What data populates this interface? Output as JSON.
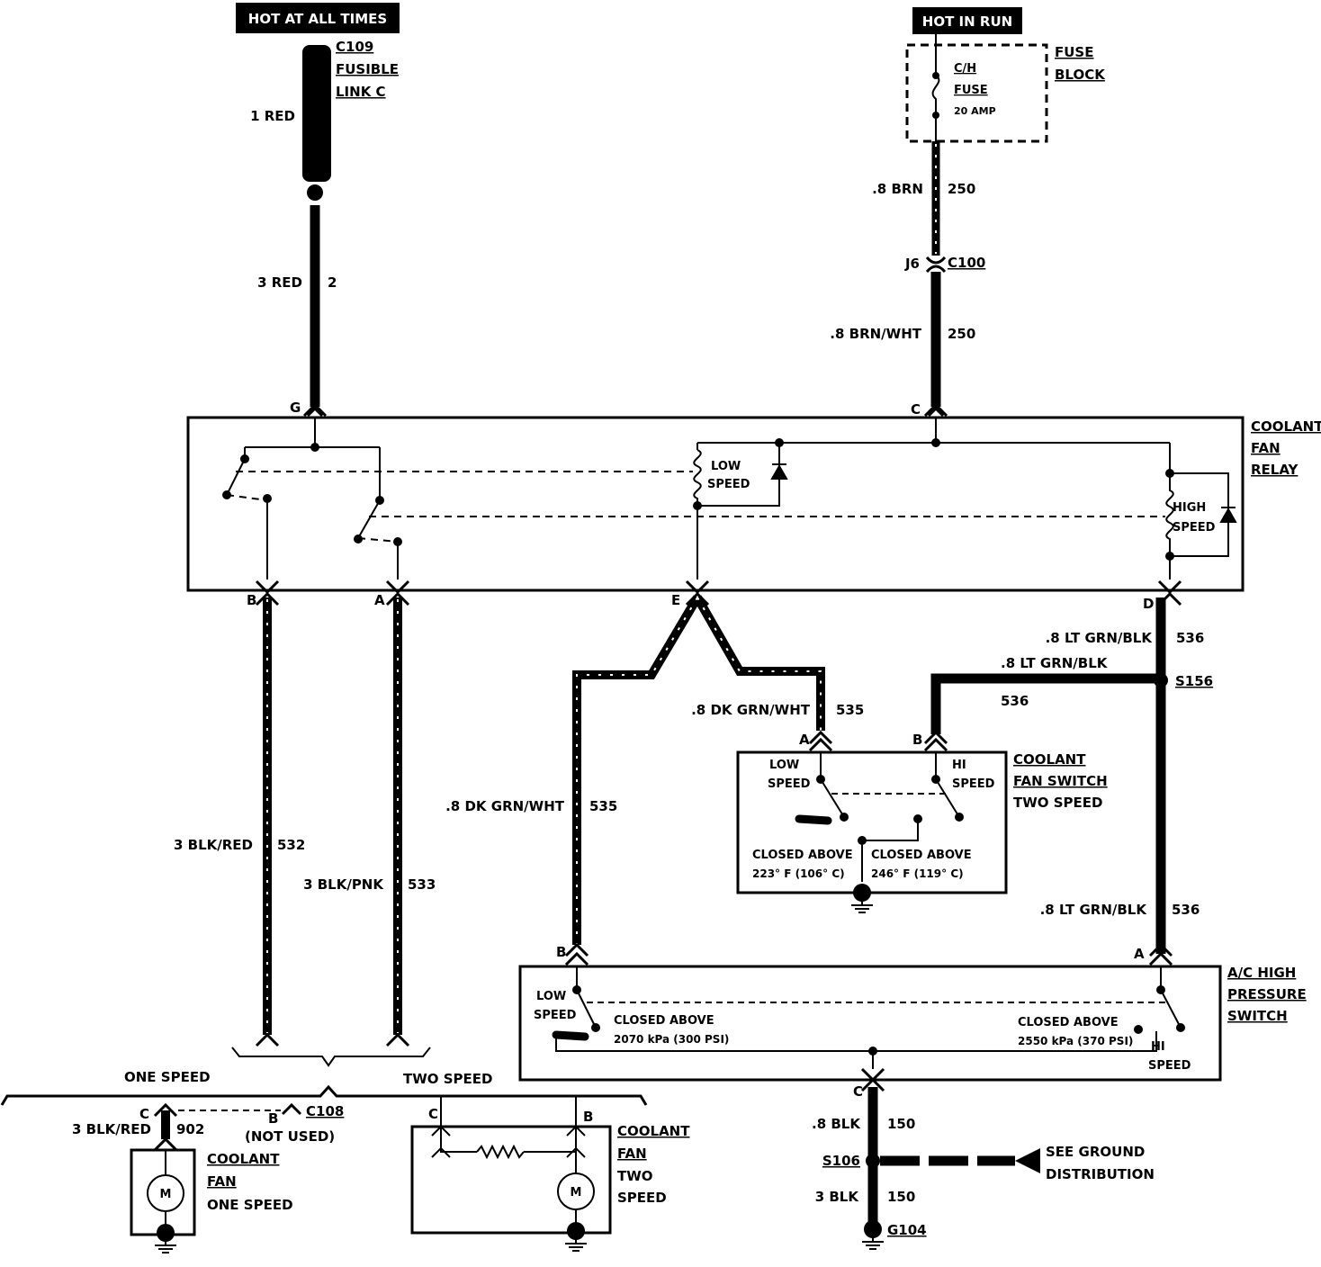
{
  "power": {
    "hot_at_all_times": "HOT AT ALL TIMES",
    "hot_in_run": "HOT IN RUN"
  },
  "fusible_link": {
    "line1": "C109",
    "line2": "FUSIBLE",
    "line3": "LINK C",
    "wire": "1 RED"
  },
  "fuse_block": {
    "title1": "FUSE",
    "title2": "BLOCK",
    "fuse1": "C/H",
    "fuse2": "FUSE",
    "rating": "20 AMP"
  },
  "wires": {
    "w_3red": "3 RED",
    "w_3red_circuit": "2",
    "w_brn": ".8 BRN",
    "w_brn_circuit": "250",
    "c100_pin": "J6",
    "c100": "C100",
    "w_brnwht": ".8 BRN/WHT",
    "w_brnwht_circuit": "250",
    "w_ltgrnblk_1": ".8 LT GRN/BLK",
    "w_536_1": "536",
    "w_ltgrnblk_2": ".8 LT GRN/BLK",
    "w_536_2": "536",
    "s156": "S156",
    "w_dkgrnwht_1": ".8 DK GRN/WHT",
    "w_535_1": "535",
    "w_dkgrnwht_2": ".8 DK GRN/WHT",
    "w_535_2": "535",
    "w_blkred": "3 BLK/RED",
    "w_532": "532",
    "w_blkpnk": "3 BLK/PNK",
    "w_533": "533",
    "w_ltgrnblk_3": ".8 LT GRN/BLK",
    "w_536_3": "536",
    "w_8blk": ".8 BLK",
    "w_150_1": "150",
    "s106": "S106",
    "w_3blk": "3 BLK",
    "w_150_2": "150",
    "g104": "G104",
    "see_ground_1": "SEE GROUND",
    "see_ground_2": "DISTRIBUTION"
  },
  "relay": {
    "title1": "COOLANT",
    "title2": "FAN",
    "title3": "RELAY",
    "pin_g": "G",
    "pin_c": "C",
    "pin_b": "B",
    "pin_a": "A",
    "pin_e": "E",
    "pin_d": "D",
    "low1": "LOW",
    "low2": "SPEED",
    "high1": "HIGH",
    "high2": "SPEED"
  },
  "fan_switch": {
    "title1": "COOLANT",
    "title2": "FAN SWITCH",
    "title3": "TWO SPEED",
    "pin_a": "A",
    "pin_b": "B",
    "low1": "LOW",
    "low2": "SPEED",
    "hi1": "HI",
    "hi2": "SPEED",
    "closed1a": "CLOSED ABOVE",
    "closed1b": "223° F (106° C)",
    "closed2a": "CLOSED ABOVE",
    "closed2b": "246° F (119° C)"
  },
  "ac_switch": {
    "title1": "A/C HIGH",
    "title2": "PRESSURE",
    "title3": "SWITCH",
    "pin_b": "B",
    "pin_a": "A",
    "pin_c": "C",
    "low1": "LOW",
    "low2": "SPEED",
    "closed1a": "CLOSED ABOVE",
    "closed1b": "2070 kPa (300 PSI)",
    "closed2a": "CLOSED ABOVE",
    "closed2b": "2550 kPa (370 PSI)",
    "hi1": "HI",
    "hi2": "SPEED"
  },
  "one_speed": {
    "label": "ONE SPEED",
    "pin_c": "C",
    "wire": "3 BLK/RED",
    "circuit": "902",
    "pin_b": "B",
    "not_used": "(NOT USED)",
    "c108": "C108",
    "t1": "COOLANT",
    "t2": "FAN",
    "t3": "ONE SPEED",
    "motor": "M"
  },
  "two_speed": {
    "label": "TWO SPEED",
    "pin_c": "C",
    "pin_b": "B",
    "t1": "COOLANT",
    "t2": "FAN",
    "t3": "TWO",
    "t4": "SPEED",
    "motor": "M"
  }
}
